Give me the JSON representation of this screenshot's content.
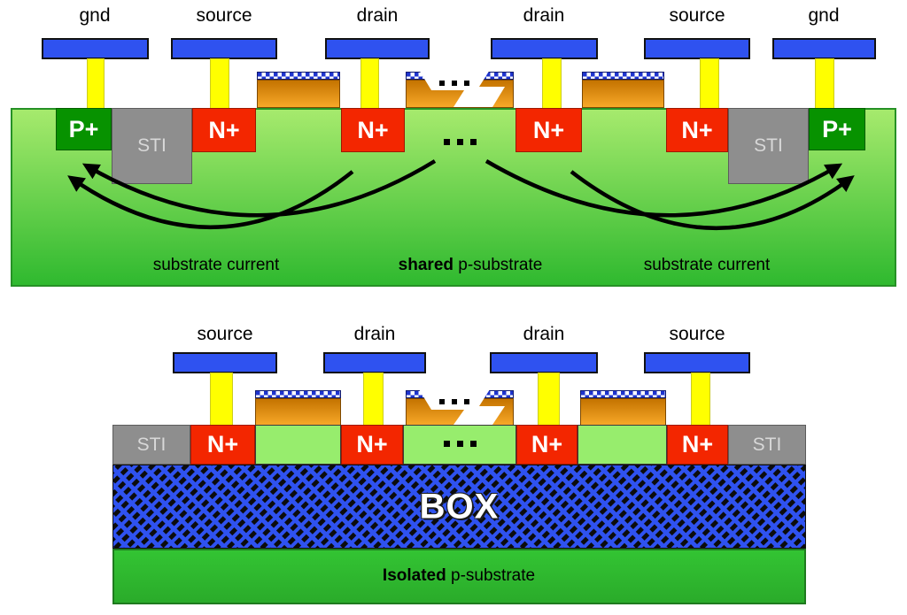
{
  "figure": {
    "description_top": "bulk CMOS cross-section with shared substrate",
    "description_bottom": "SOI cross-section with buried oxide isolation"
  },
  "colors": {
    "metal_blue": "#2f52f0",
    "via_yellow": "#ffff00",
    "n_plus_red": "#f32600",
    "p_plus_green": "#079200",
    "sti_gray": "#8e8e8e",
    "gate_orange": "#e98f14",
    "substrate_green": "#2fb92f",
    "soi_body_green": "#97ed6d",
    "box_blue": "#2f52f0"
  },
  "bulk": {
    "terminals": [
      "gnd",
      "source",
      "drain",
      "drain",
      "source",
      "gnd"
    ],
    "regions": [
      "P+",
      "STI",
      "N+",
      "N+",
      "N+",
      "N+",
      "STI",
      "P+"
    ],
    "ellipsis": "...",
    "substrate_current_left": "substrate current",
    "substrate_current_right": "substrate current",
    "substrate_label_bold": "shared",
    "substrate_label_rest": " p-substrate"
  },
  "soi": {
    "terminals": [
      "source",
      "drain",
      "drain",
      "source"
    ],
    "regions": [
      "STI",
      "N+",
      "N+",
      "N+",
      "N+",
      "STI"
    ],
    "ellipsis": "...",
    "box_label": "BOX",
    "substrate_label_bold": "Isolated",
    "substrate_label_rest": " p-substrate"
  }
}
